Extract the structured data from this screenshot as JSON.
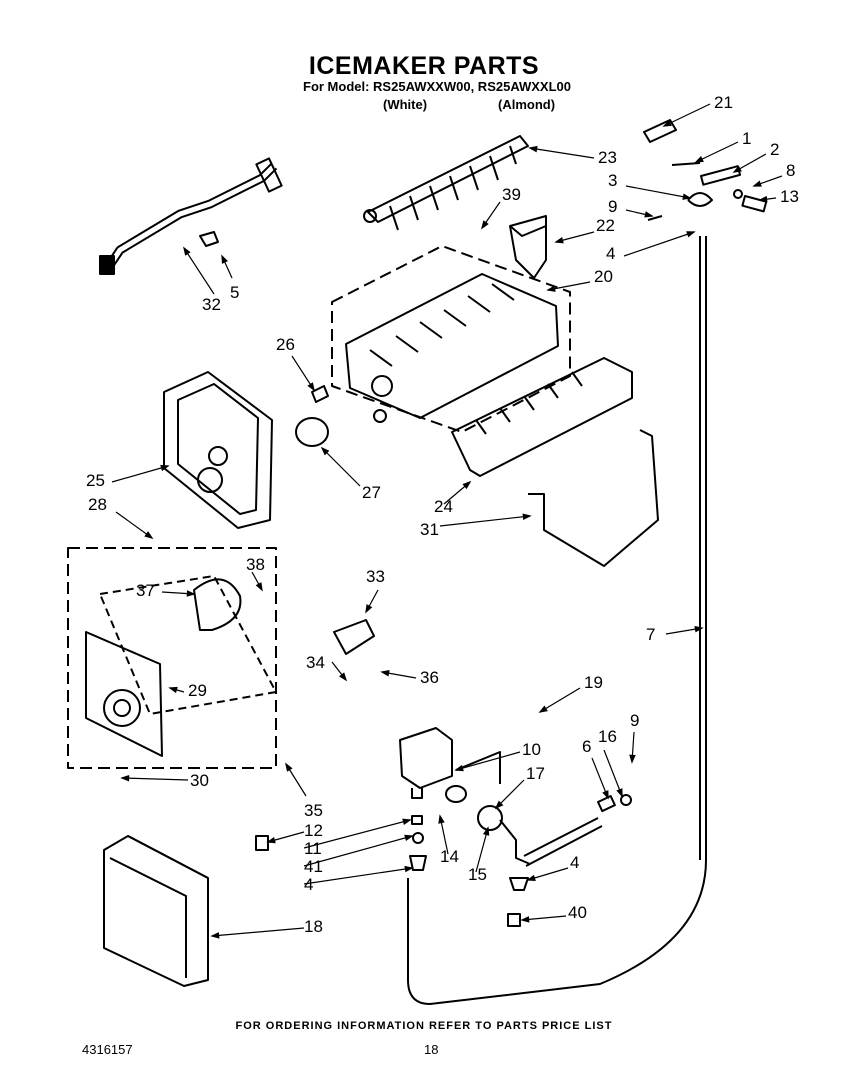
{
  "title": "ICEMAKER PARTS",
  "model_line": "For Model: RS25AWXXW00, RS25AWXXL00",
  "variants": [
    "(White)",
    "(Almond)"
  ],
  "callouts": [
    "21",
    "1",
    "2",
    "8",
    "13",
    "3",
    "9",
    "4",
    "23",
    "39",
    "22",
    "20",
    "32",
    "5",
    "26",
    "27",
    "25",
    "28",
    "24",
    "31",
    "38",
    "37",
    "33",
    "34",
    "36",
    "29",
    "30",
    "35",
    "7",
    "19",
    "9",
    "10",
    "17",
    "16",
    "6",
    "12",
    "11",
    "41",
    "4",
    "14",
    "15",
    "4",
    "40",
    "18"
  ],
  "footer": "FOR ORDERING INFORMATION REFER TO PARTS PRICE LIST",
  "doc_number": "4316157",
  "page_number": "18"
}
